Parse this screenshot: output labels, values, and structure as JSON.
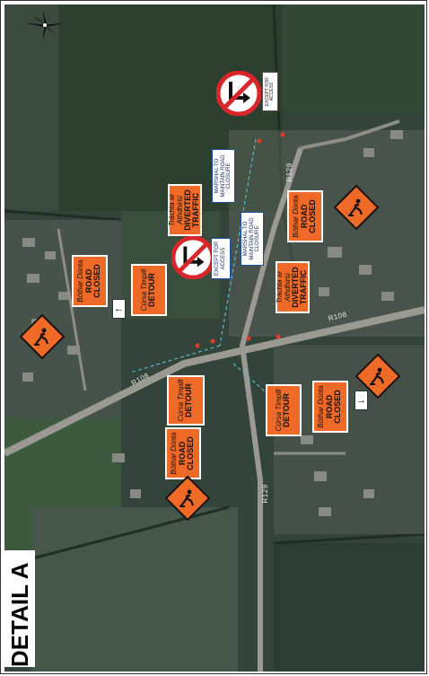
{
  "title": "DETAIL A",
  "roads": {
    "r108_top": "R108",
    "r108_bottom": "R108",
    "r129_top": "R129",
    "r129_bottom": "R129"
  },
  "signs": {
    "road_closed": {
      "irish": "Bóthar Dúnta",
      "english_1": "ROAD",
      "english_2": "CLOSED"
    },
    "detour": {
      "irish": "Cúrsa Timpill",
      "english": "DETOUR"
    },
    "detour_misprint": {
      "irish": "Cúrsa Timpill",
      "english": "DETOUR"
    },
    "diverted": {
      "irish": "Tráchta ar Athdhiriú",
      "english_1": "DIVERTED",
      "english_2": "TRAFFIC"
    },
    "marshal": {
      "line1": "MARSHAL TO",
      "line2": "MAINTAIN ROAD",
      "line3": "CLOSURE"
    },
    "except_access": {
      "line1": "EXCEPT FOR",
      "line2": "ACCESS"
    },
    "except_access_small": {
      "line1": "EXCEPT FOR",
      "line2": "ACCESS"
    }
  },
  "colors": {
    "sign_orange": "#ef6a26",
    "no_entry_red": "#d8262b",
    "field_green": "#2f4a2f"
  },
  "icons": [
    "compass-rose-icon",
    "roadworks-man-icon",
    "no-right-turn-icon",
    "arrow-left-icon",
    "arrow-right-icon"
  ]
}
